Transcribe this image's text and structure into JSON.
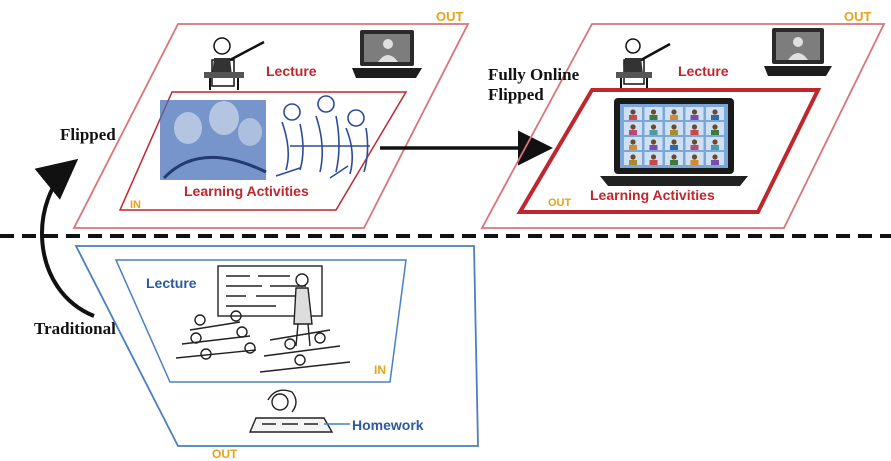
{
  "colors": {
    "red": "#c0262d",
    "red_border": "#d9747a",
    "blue": "#4a7fc1",
    "blue_text": "#2c5aa0",
    "orange": "#e6a21b",
    "black": "#111111"
  },
  "labels": {
    "flipped": "Flipped",
    "traditional": "Traditional",
    "fully_online_line1": "Fully Online",
    "fully_online_line2": "Flipped"
  },
  "flipped_panel": {
    "out": "OUT",
    "in": "IN",
    "lecture": "Lecture",
    "activities": "Learning Activities"
  },
  "online_panel": {
    "out_top": "OUT",
    "out_inner": "OUT",
    "lecture": "Lecture",
    "activities": "Learning Activities"
  },
  "traditional_panel": {
    "lecture": "Lecture",
    "in": "IN",
    "homework": "Homework",
    "out": "OUT"
  },
  "icons": [
    "lecturer-icon",
    "laptop-icon",
    "students-group-icon",
    "video-conference-icon",
    "classroom-icon",
    "homework-icon"
  ]
}
